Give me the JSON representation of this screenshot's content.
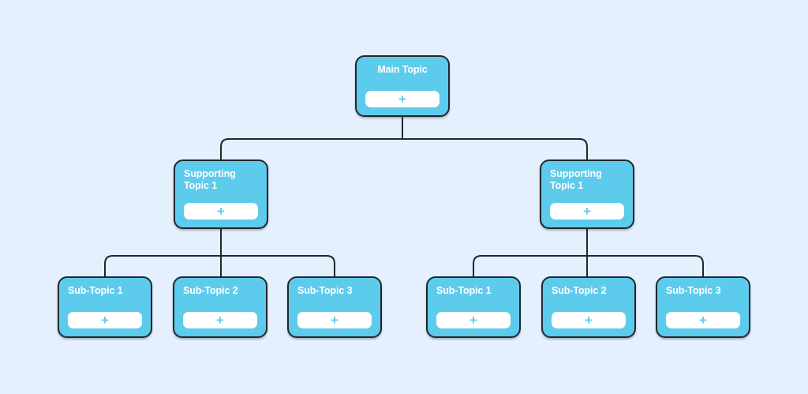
{
  "diagram": {
    "type": "mind-map-tree",
    "background_color": "#e4f0fd",
    "node_fill_color": "#5dcbec",
    "node_border_color": "#21272f",
    "node_label_color": "#ffffff",
    "button_background_color": "#ffffff",
    "plus_icon_color": "#5dcbec",
    "connector_color": "#21272f",
    "add_button_label": "+",
    "root": {
      "label": "Main Topic",
      "add_label": "+"
    },
    "branches": [
      {
        "label": "Supporting\nTopic 1",
        "add_label": "+",
        "children": [
          {
            "label": "Sub-Topic 1",
            "add_label": "+"
          },
          {
            "label": "Sub-Topic 2",
            "add_label": "+"
          },
          {
            "label": "Sub-Topic 3",
            "add_label": "+"
          }
        ]
      },
      {
        "label": "Supporting\nTopic 1",
        "add_label": "+",
        "children": [
          {
            "label": "Sub-Topic 1",
            "add_label": "+"
          },
          {
            "label": "Sub-Topic 2",
            "add_label": "+"
          },
          {
            "label": "Sub-Topic 3",
            "add_label": "+"
          }
        ]
      }
    ]
  }
}
